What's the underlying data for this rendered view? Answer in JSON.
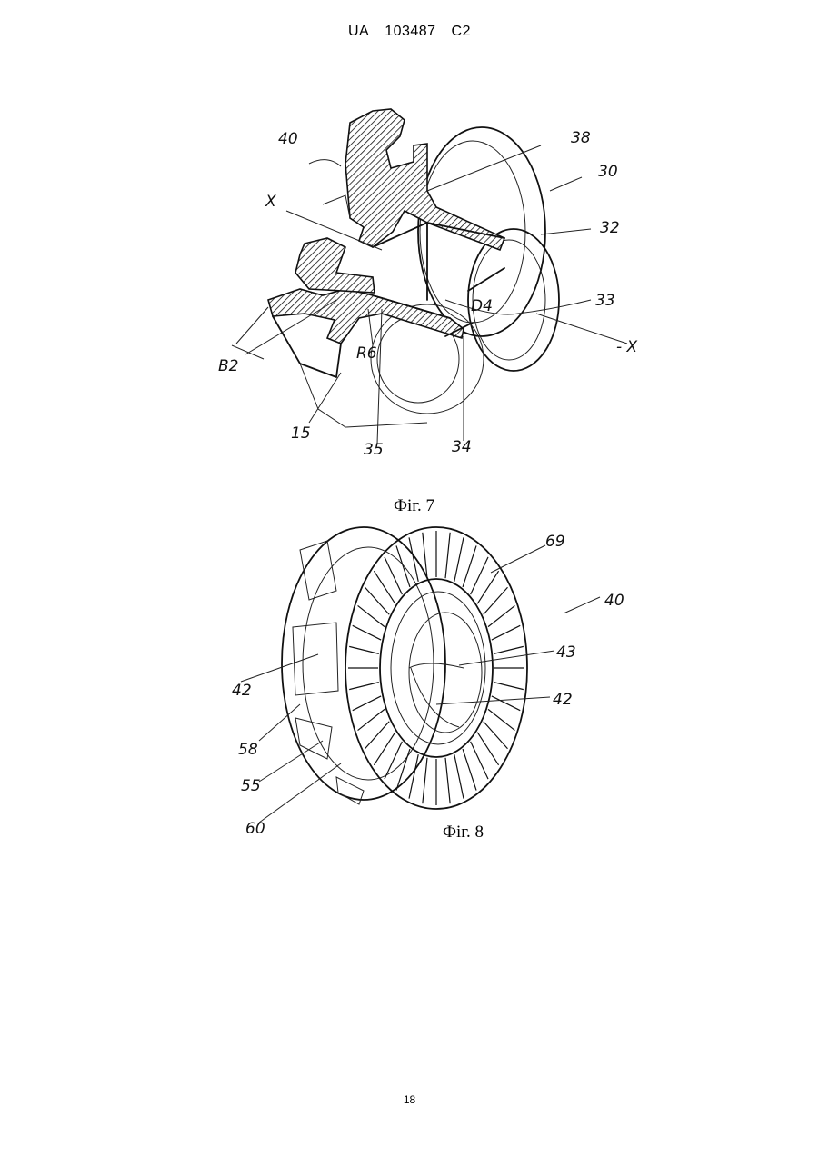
{
  "header": {
    "office": "UA",
    "number": "103487",
    "kind": "C2"
  },
  "figure7": {
    "caption": "Фіг. 7",
    "labels": {
      "l40": "40",
      "l38": "38",
      "l30": "30",
      "lX": "X",
      "l32": "32",
      "l33": "33",
      "lXr": "- X",
      "lD4": "D4",
      "lR6": "R6",
      "lB2": "B2",
      "l15": "15",
      "l35": "35",
      "l34": "34"
    }
  },
  "figure8": {
    "caption": "Фіг. 8",
    "labels": {
      "l69": "69",
      "l40": "40",
      "l43": "43",
      "l42a": "42",
      "l42b": "42",
      "l58": "58",
      "l55": "55",
      "l60": "60"
    }
  },
  "footer": {
    "page_number": "18"
  }
}
